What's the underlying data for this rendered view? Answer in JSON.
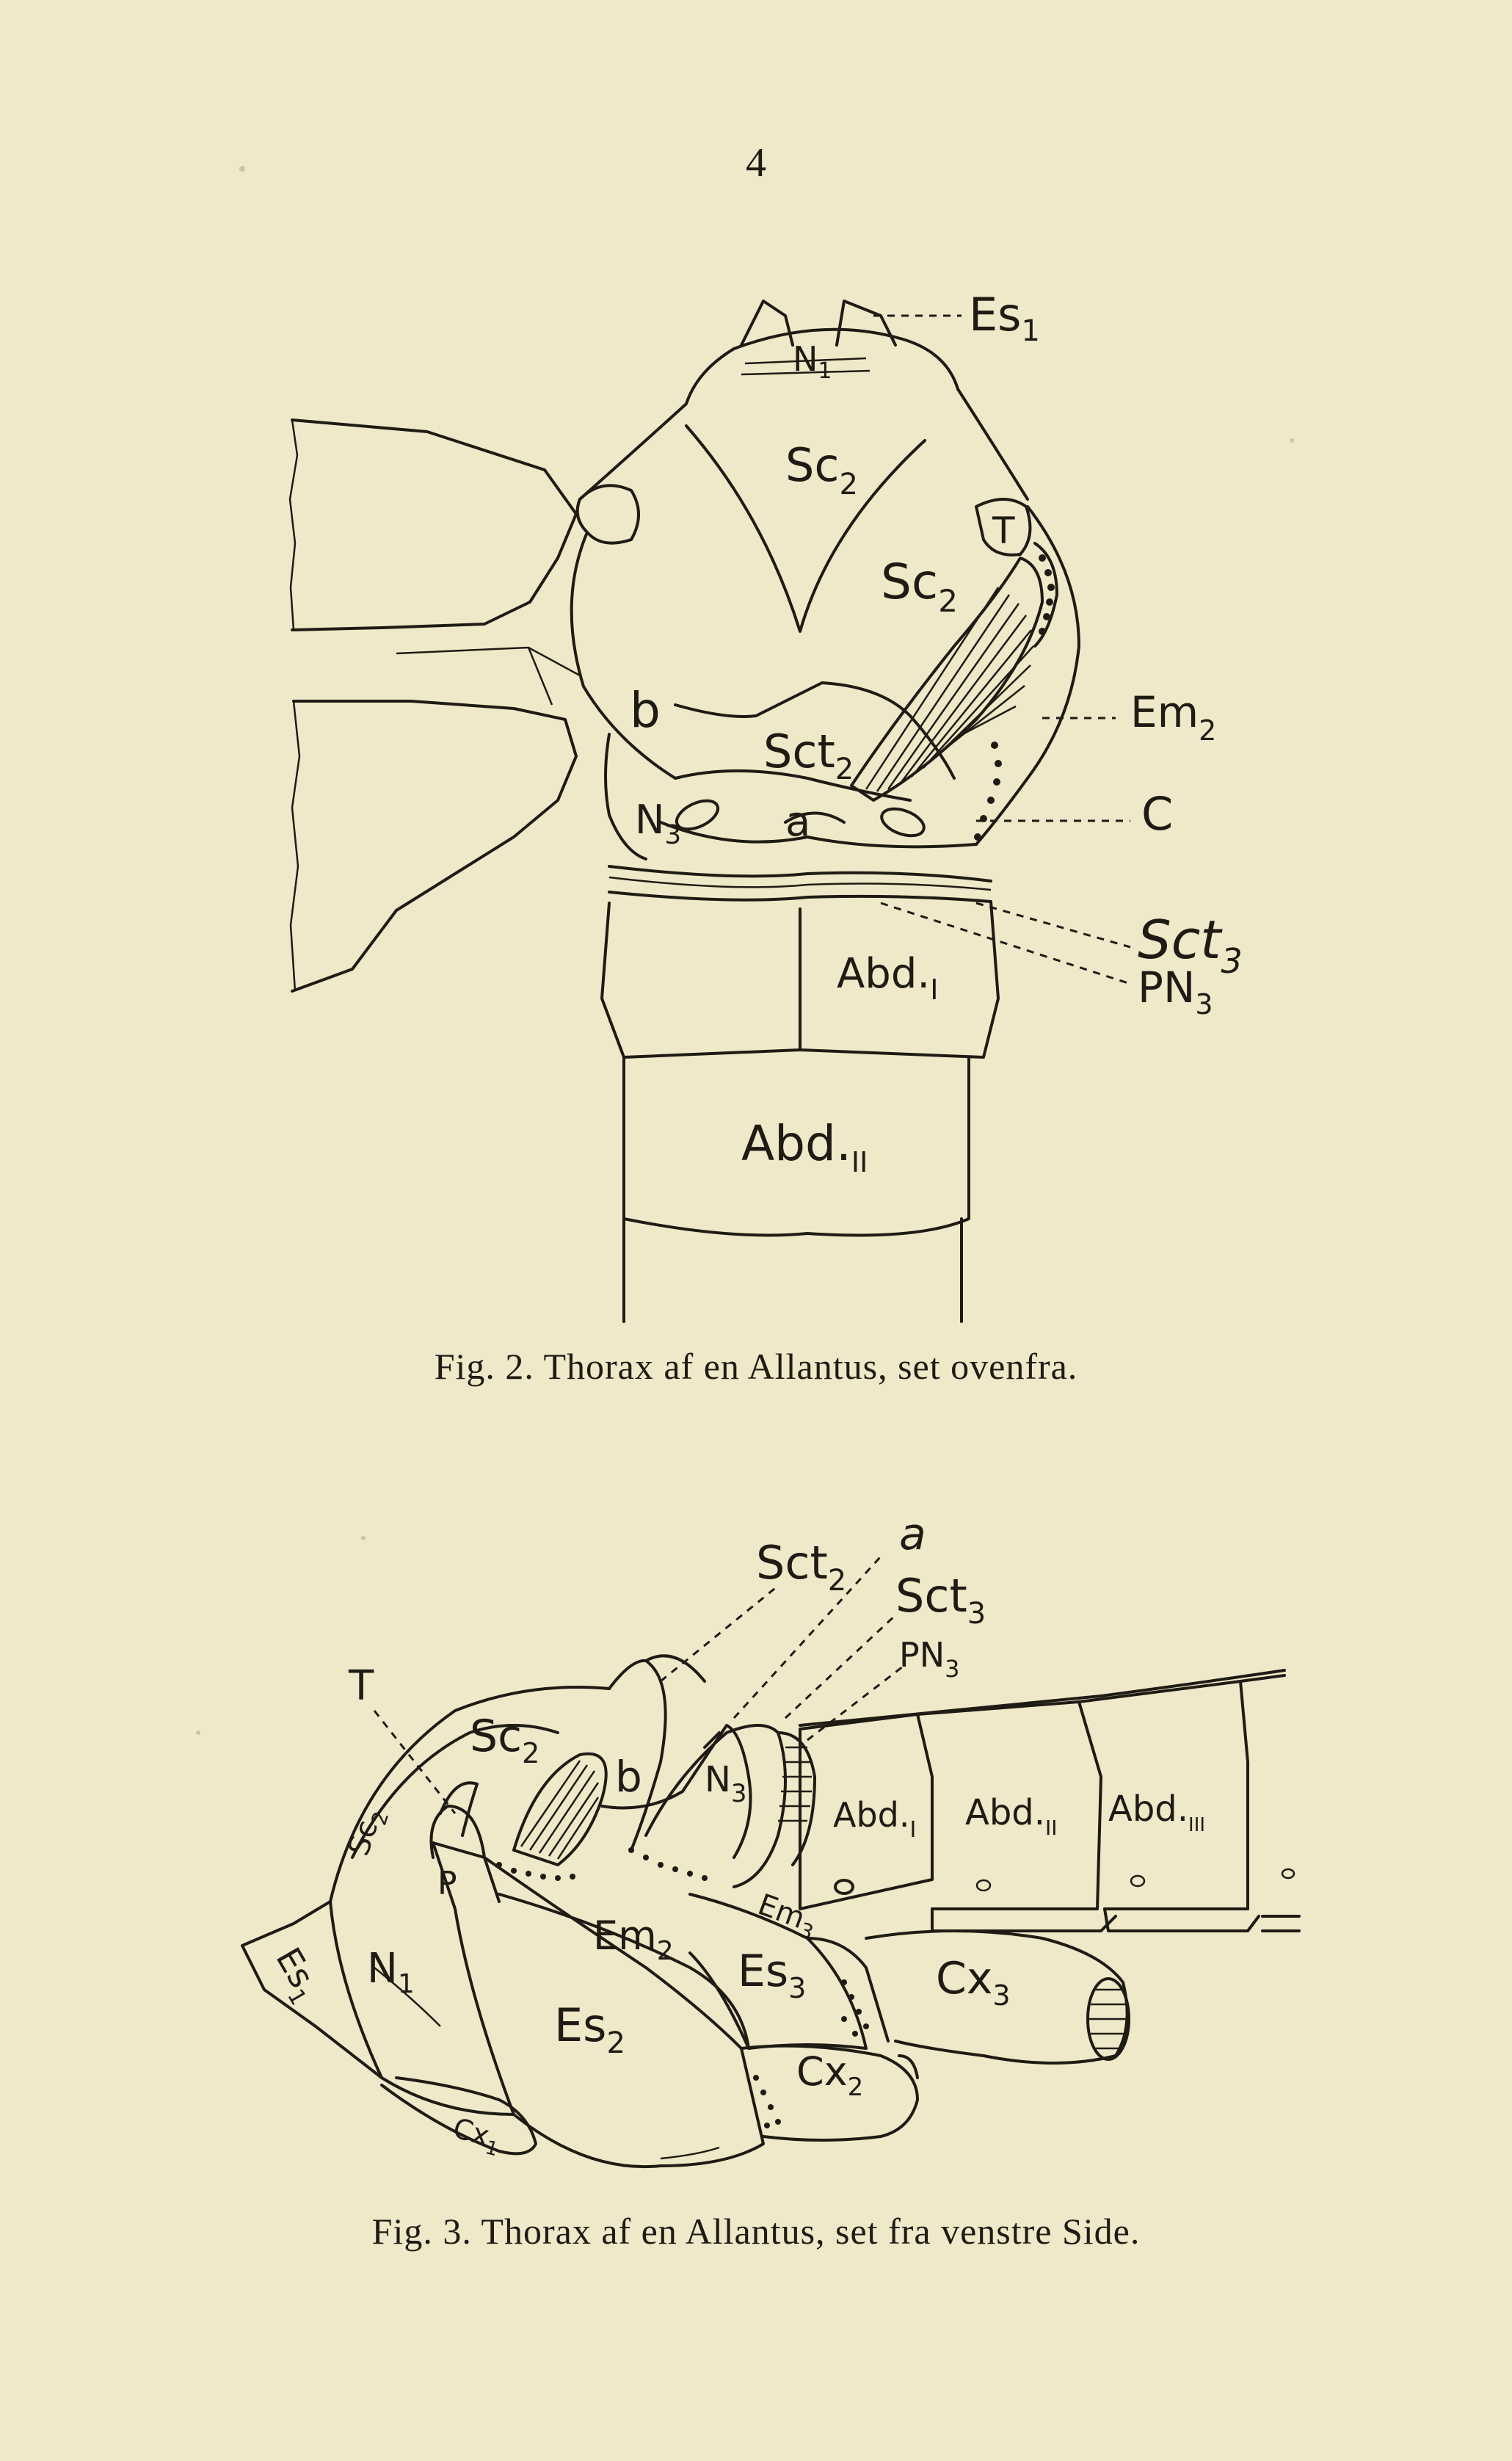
{
  "page_number": "4",
  "fig2": {
    "caption": "Fig. 2. Thorax af en Allantus, set ovenfra.",
    "labels": {
      "es1": "Es",
      "es1_sub": "1",
      "n1": "N",
      "n1_sub": "1",
      "sc2_a": "Sc",
      "sc2_a_sub": "2",
      "sc2_b": "Sc",
      "sc2_b_sub": "2",
      "t": "T",
      "em2": "Em",
      "em2_sub": "2",
      "b": "b",
      "sct2": "Sct",
      "sct2_sub": "2",
      "c": "C",
      "n3": "N",
      "n3_sub": "3",
      "a": "a",
      "sct3": "Sct",
      "sct3_sub": "3",
      "pn3": "PN",
      "pn3_sub": "3",
      "abd1": "Abd.",
      "abd1_sub": "I",
      "abd2": "Abd.",
      "abd2_sub": "II"
    }
  },
  "fig3": {
    "caption": "Fig. 3. Thorax af en Allantus, set fra venstre Side.",
    "labels": {
      "sct2": "Sct",
      "sct2_sub": "2",
      "a": "a",
      "sct3": "Sct",
      "sct3_sub": "3",
      "pn3": "PN",
      "pn3_sub": "3",
      "t": "T",
      "sc2_a": "Sc",
      "sc2_a_sub": "2",
      "sc2_b": "Sc",
      "sc2_b_sub": "2",
      "b": "b",
      "n3": "N",
      "n3_sub": "3",
      "abd1": "Abd.",
      "abd1_sub": "I",
      "abd2": "Abd.",
      "abd2_sub": "II",
      "abd3": "Abd.",
      "abd3_sub": "III",
      "p": "P",
      "em2": "Em",
      "em2_sub": "2",
      "em3": "Em",
      "em3_sub": "3",
      "es3": "Es",
      "es3_sub": "3",
      "cx3": "Cx",
      "cx3_sub": "3",
      "es1": "Es",
      "es1_sub": "1",
      "n1": "N",
      "n1_sub": "1",
      "es2": "Es",
      "es2_sub": "2",
      "cx2": "Cx",
      "cx2_sub": "2",
      "cx1": "Cx",
      "cx1_sub": "1"
    }
  }
}
